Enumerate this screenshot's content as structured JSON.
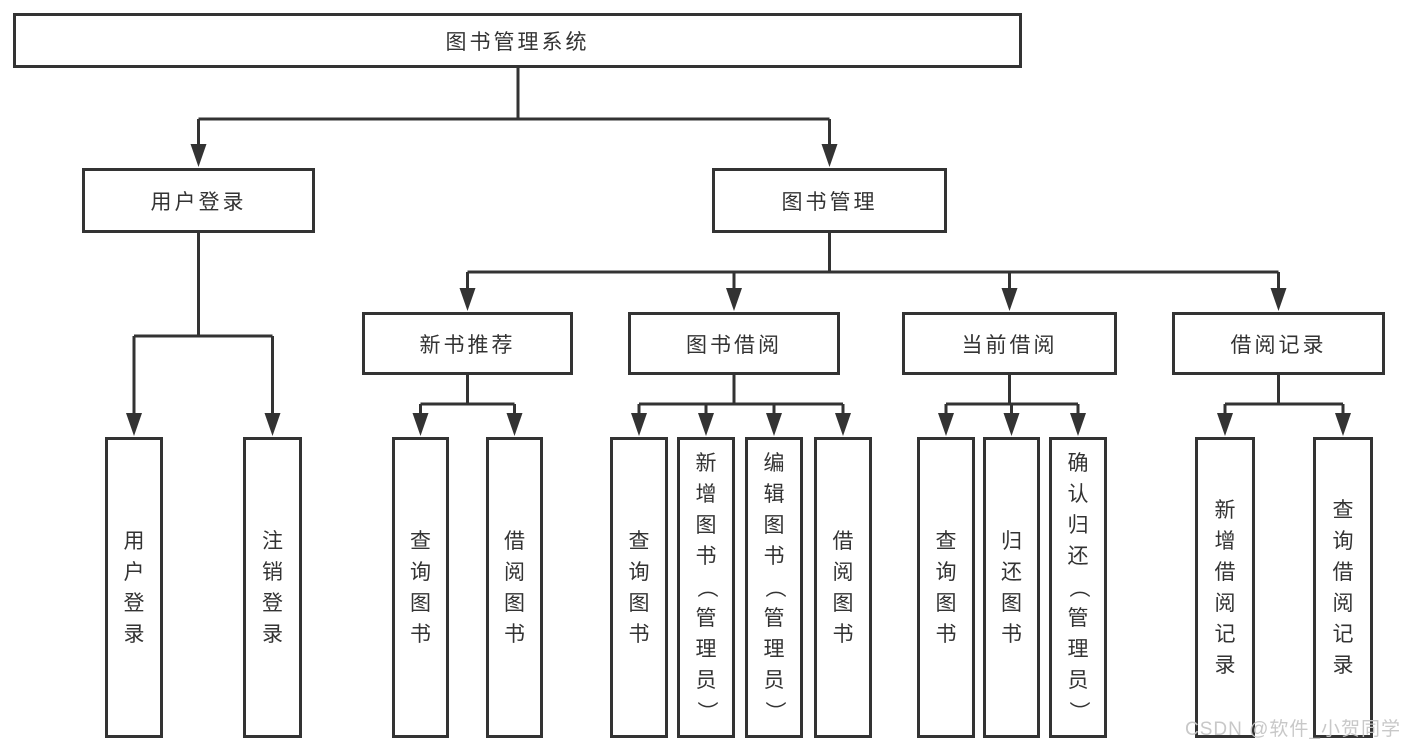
{
  "tree": {
    "root": {
      "label": "图书管理系统",
      "children": [
        {
          "label": "用户登录",
          "children": [
            {
              "label": "用户登录"
            },
            {
              "label": "注销登录"
            }
          ]
        },
        {
          "label": "图书管理",
          "children": [
            {
              "label": "新书推荐",
              "children": [
                {
                  "label": "查询图书"
                },
                {
                  "label": "借阅图书"
                }
              ]
            },
            {
              "label": "图书借阅",
              "children": [
                {
                  "label": "查询图书"
                },
                {
                  "label": "新增图书（管理员）"
                },
                {
                  "label": "编辑图书（管理员）"
                },
                {
                  "label": "借阅图书"
                }
              ]
            },
            {
              "label": "当前借阅",
              "children": [
                {
                  "label": "查询图书"
                },
                {
                  "label": "归还图书"
                },
                {
                  "label": "确认归还（管理员）"
                }
              ]
            },
            {
              "label": "借阅记录",
              "children": [
                {
                  "label": "新增借阅记录"
                },
                {
                  "label": "查询借阅记录"
                }
              ]
            }
          ]
        }
      ]
    }
  },
  "watermark": {
    "text": "CSDN @软件_小贺同学"
  },
  "colors": {
    "line": "#333333",
    "text": "#333333",
    "box_background": "#ffffff",
    "page_background": "#ffffff",
    "watermark": "#c5c5c5"
  }
}
